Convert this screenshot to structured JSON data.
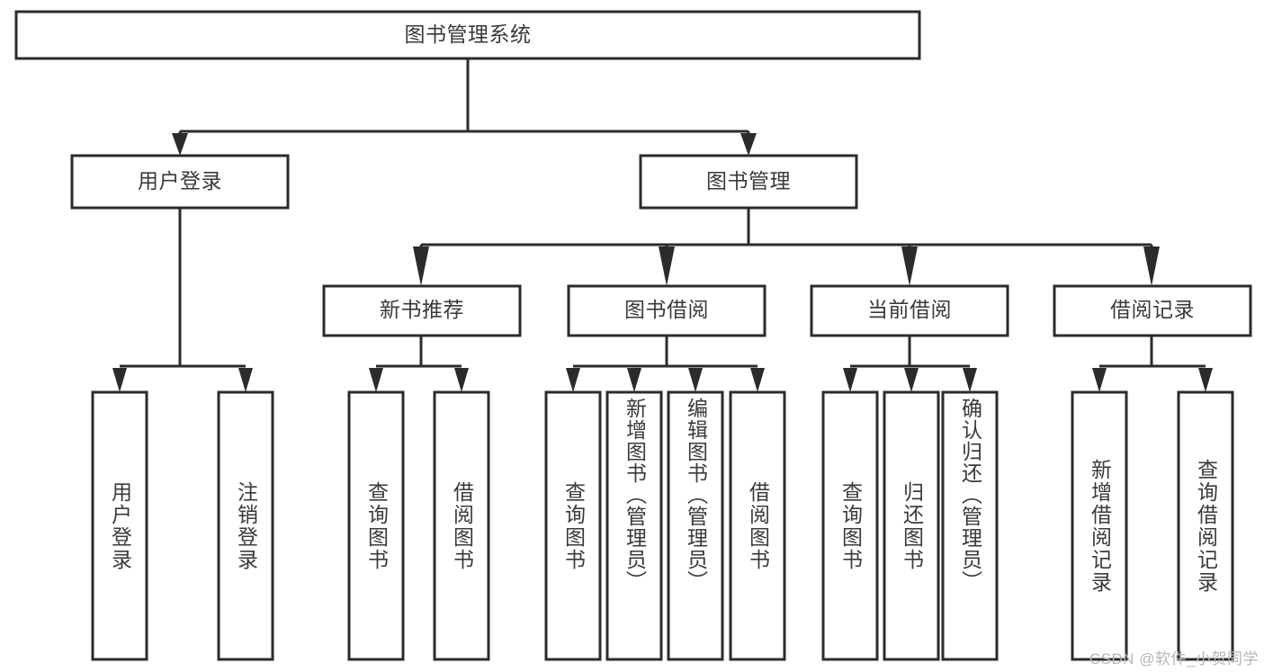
{
  "diagram": {
    "type": "tree-hierarchy",
    "title": "图书管理系统",
    "watermark": "CSDN @软件_小贺同学",
    "colors": {
      "box_stroke": "#2b2b2b",
      "box_fill": "#ffffff",
      "text": "#3a3a3a",
      "connector": "#2b2b2b",
      "background": "#ffffff",
      "watermark": "#b6b6b6"
    },
    "levels": {
      "root": {
        "label": "图书管理系统"
      },
      "modules": [
        {
          "label": "用户登录"
        },
        {
          "label": "图书管理"
        }
      ],
      "submodules": [
        {
          "label": "新书推荐"
        },
        {
          "label": "图书借阅"
        },
        {
          "label": "当前借阅"
        },
        {
          "label": "借阅记录"
        }
      ],
      "leaves": [
        {
          "label": "用户登录",
          "parent": "用户登录"
        },
        {
          "label": "注销登录",
          "parent": "用户登录"
        },
        {
          "label": "查询图书",
          "parent": "新书推荐"
        },
        {
          "label": "借阅图书",
          "parent": "新书推荐"
        },
        {
          "label": "查询图书",
          "parent": "图书借阅"
        },
        {
          "label": "新增图书（管理员）",
          "parent": "图书借阅"
        },
        {
          "label": "编辑图书（管理员）",
          "parent": "图书借阅"
        },
        {
          "label": "借阅图书",
          "parent": "图书借阅"
        },
        {
          "label": "查询图书",
          "parent": "当前借阅"
        },
        {
          "label": "归还图书",
          "parent": "当前借阅"
        },
        {
          "label": "确认归还（管理员）",
          "parent": "当前借阅"
        },
        {
          "label": "新增借阅记录",
          "parent": "借阅记录"
        },
        {
          "label": "查询借阅记录",
          "parent": "借阅记录"
        }
      ]
    }
  }
}
